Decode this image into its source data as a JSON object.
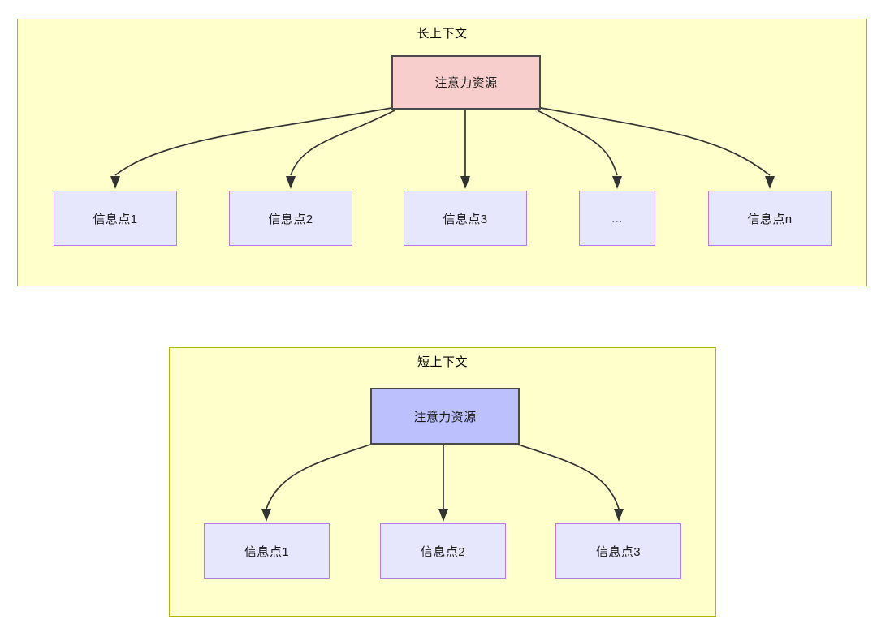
{
  "diagram": {
    "panels": [
      {
        "id": "long-context",
        "title": "长上下文",
        "root": {
          "label": "注意力资源",
          "fill": "#f8cecc",
          "stroke": "#4a4a4a"
        },
        "children": [
          {
            "label": "信息点1"
          },
          {
            "label": "信息点2"
          },
          {
            "label": "信息点3"
          },
          {
            "label": "..."
          },
          {
            "label": "信息点n"
          }
        ]
      },
      {
        "id": "short-context",
        "title": "短上下文",
        "root": {
          "label": "注意力资源",
          "fill": "#bcc0fc",
          "stroke": "#4a4a4a"
        },
        "children": [
          {
            "label": "信息点1"
          },
          {
            "label": "信息点2"
          },
          {
            "label": "信息点3"
          }
        ]
      }
    ],
    "colors": {
      "panel_fill": "#ffffcc",
      "panel_border": "#b5b500",
      "info_fill": "#e6e6fd",
      "info_border": "#b77ae0",
      "edge": "#333333",
      "attention_long_fill": "#f8cecc",
      "attention_short_fill": "#bcc0fc"
    }
  }
}
